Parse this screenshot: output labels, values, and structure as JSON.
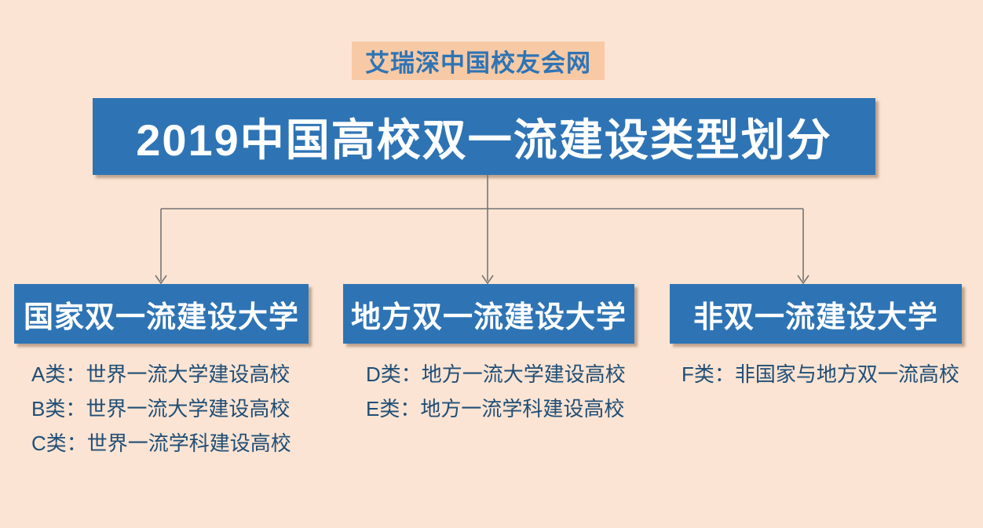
{
  "colors": {
    "page_bg": "#fbe4d3",
    "badge_bg": "#f7c9a4",
    "accent_blue": "#2e74b5",
    "list_text": "#204e76",
    "line_gray": "#757575"
  },
  "badge": {
    "label": "艾瑞深中国校友会网"
  },
  "title": {
    "text": "2019中国高校双一流建设类型划分"
  },
  "columns": [
    {
      "box": "国家双一流建设大学",
      "items": [
        "A类：世界一流大学建设高校",
        "B类：世界一流大学建设高校",
        "C类：世界一流学科建设高校"
      ]
    },
    {
      "box": "地方双一流建设大学",
      "items": [
        "D类：地方一流大学建设高校",
        "E类：地方一流学科建设高校"
      ]
    },
    {
      "box": "非双一流建设大学",
      "items": [
        "F类：非国家与地方双一流高校"
      ]
    }
  ]
}
